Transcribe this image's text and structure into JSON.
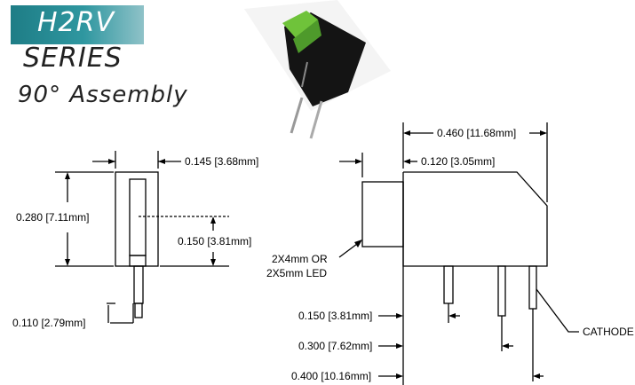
{
  "header": {
    "series_badge": "H2RV",
    "series_label": "SERIES",
    "assembly_label": "90° Assembly"
  },
  "colors": {
    "badge": "#2f97a0",
    "led_lens": "#6fc33a",
    "housing": "#111111"
  },
  "left_view": {
    "width_label": "0.145 [3.68mm]",
    "height_label": "0.280 [7.11mm]",
    "center_label": "0.150 [3.81mm]",
    "pin_label": "0.110 [2.79mm]"
  },
  "right_view": {
    "overall_label": "0.460 [11.68mm]",
    "lens_label": "0.120 [3.05mm]",
    "led_label_1": "2X4mm OR",
    "led_label_2": "2X5mm LED",
    "pitch1_label": "0.150 [3.81mm]",
    "pitch2_label": "0.300 [7.62mm]",
    "pitch3_label": "0.400 [10.16mm]",
    "cathode_label": "CATHODE"
  }
}
